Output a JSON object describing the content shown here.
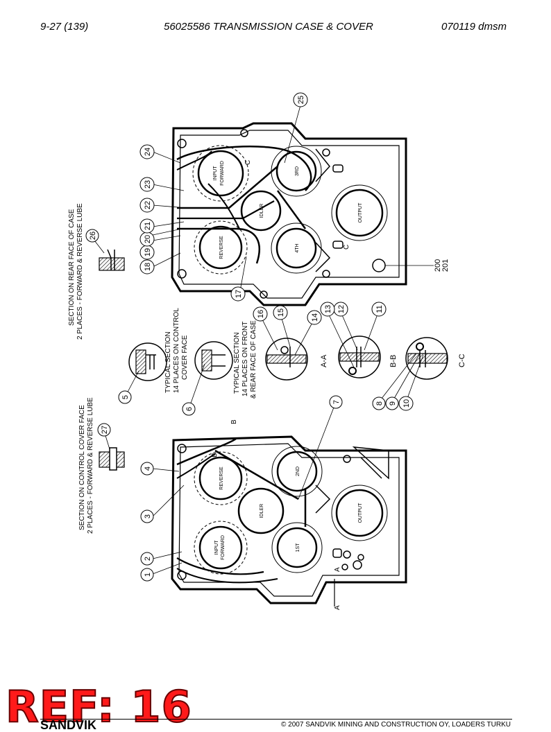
{
  "header": {
    "left": "9-27 (139)",
    "center": "56025586 TRANSMISSION CASE & COVER",
    "right": "070119 dmsm"
  },
  "notes": {
    "rear_face_1": "SECTION ON REAR FACE OF CASE",
    "rear_face_2": "2 PLACES - FORWARD & REVERSE LUBE",
    "control_cover_1": "SECTION ON CONTROL COVER FACE",
    "control_cover_2": "2 PLACES - FORWARD & REVERSE LUBE",
    "typical_control_1": "TYPICAL SECTION",
    "typical_control_2": "14 PLACES ON CONTROL",
    "typical_control_3": "COVER FACE",
    "typical_front_1": "TYPICAL SECTION",
    "typical_front_2": "14 PLACES ON FRONT",
    "typical_front_3": "& REAR FACE OF CASE"
  },
  "sections": {
    "aa": "A-A",
    "bb": "B-B",
    "cc": "C-C"
  },
  "gears_upper": {
    "input": "INPUT",
    "forward": "FORWARD",
    "third": "3RD",
    "idler": "IDLER",
    "output": "OUTPUT",
    "reverse": "REVERSE",
    "fourth": "4TH"
  },
  "gears_lower": {
    "reverse": "REVERSE",
    "second": "2ND",
    "idler": "IDLER",
    "output": "OUTPUT",
    "input": "INPUT",
    "forward": "FORWARD",
    "first": "1ST"
  },
  "cut_letters": {
    "b1": "B",
    "b2": "B",
    "a1": "A",
    "a2": "A",
    "c1": "C",
    "c2": "C"
  },
  "callouts": {
    "n1": "1",
    "n2": "2",
    "n3": "3",
    "n4": "4",
    "n5": "5",
    "n6": "6",
    "n7": "7",
    "n8": "8",
    "n9": "9",
    "n10": "10",
    "n11": "11",
    "n12": "12",
    "n13": "13",
    "n14": "14",
    "n15": "15",
    "n16": "16",
    "n17": "17",
    "n18": "18",
    "n19": "19",
    "n20": "20",
    "n21": "21",
    "n22": "22",
    "n23": "23",
    "n24": "24",
    "n25": "25",
    "n26": "26",
    "n27": "27",
    "n200": "200",
    "n201": "201"
  },
  "ref_stamp": "REF: 16",
  "brand": "SANDVIK",
  "copyright": "© 2007 SANDVIK MINING AND CONSTRUCTION OY, LOADERS TURKU"
}
